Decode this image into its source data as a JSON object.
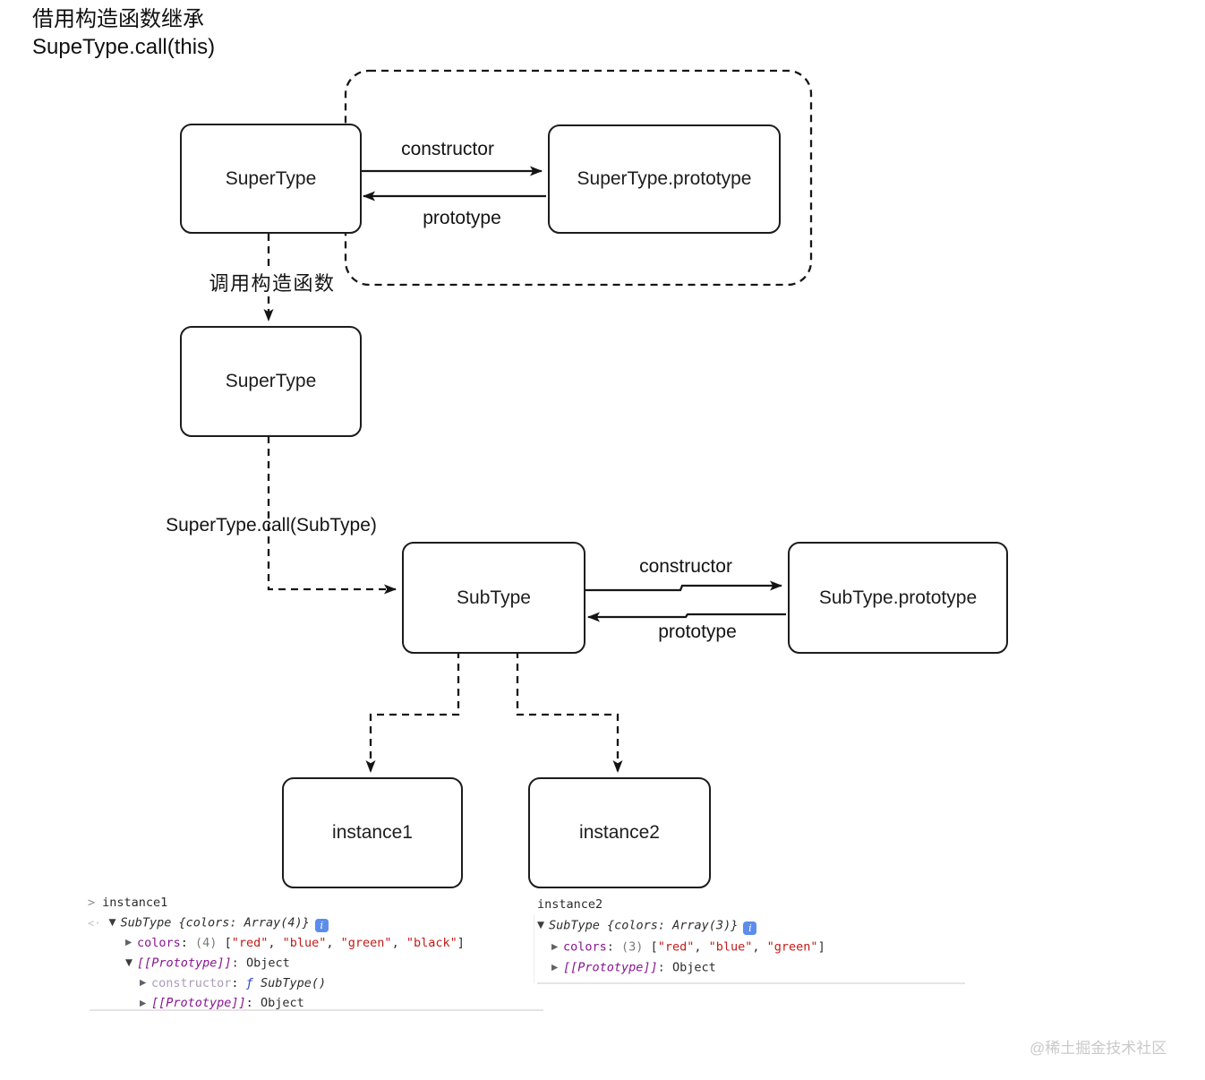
{
  "title": {
    "line1": "借用构造函数继承",
    "line2": "SupeType.call(this)"
  },
  "diagram": {
    "nodes": {
      "supertype_top": {
        "label": "SuperType"
      },
      "supertype_prototype": {
        "label": "SuperType.prototype"
      },
      "supertype_mid": {
        "label": "SuperType"
      },
      "subtype": {
        "label": "SubType"
      },
      "subtype_prototype": {
        "label": "SubType.prototype"
      },
      "instance1": {
        "label": "instance1"
      },
      "instance2": {
        "label": "instance2"
      }
    },
    "edges": {
      "top_constructor": "constructor",
      "top_prototype": "prototype",
      "call_constructor_cn": "调用构造函数",
      "supertype_call": "SuperType.call(SubType)",
      "sub_constructor": "constructor",
      "sub_prototype": "prototype"
    }
  },
  "console_left": {
    "prompt": ">",
    "input_expression": "instance1",
    "return_marker": "<·",
    "result": {
      "caret": "▼",
      "preview": "SubType {colors: Array(4)}",
      "info": "i"
    },
    "colors_row": {
      "caret": "▶",
      "key": "colors",
      "colon": ": ",
      "count": "(4) ",
      "lbracket": "[",
      "items": [
        "\"red\"",
        "\"blue\"",
        "\"green\"",
        "\"black\""
      ],
      "sep": ", ",
      "rbracket": "]"
    },
    "prototype_row": {
      "caret": "▼",
      "key": "[[Prototype]]",
      "colon": ": ",
      "value": "Object"
    },
    "constructor_row": {
      "caret": "▶",
      "key": "constructor",
      "colon": ": ",
      "fn": "ƒ ",
      "value": "SubType()"
    },
    "inner_prototype_row": {
      "caret": "▶",
      "key": "[[Prototype]]",
      "colon": ": ",
      "value": "Object"
    }
  },
  "console_right": {
    "input_expression": "instance2",
    "result": {
      "caret": "▼",
      "preview": "SubType {colors: Array(3)}",
      "info": "i"
    },
    "colors_row": {
      "caret": "▶",
      "key": "colors",
      "colon": ": ",
      "count": "(3) ",
      "lbracket": "[",
      "items": [
        "\"red\"",
        "\"blue\"",
        "\"green\""
      ],
      "sep": ", ",
      "rbracket": "]"
    },
    "prototype_row": {
      "caret": "▶",
      "key": "[[Prototype]]",
      "colon": ": ",
      "value": "Object"
    }
  },
  "watermark": "@稀土掘金技术社区",
  "colors": {
    "property_purple": "#881391",
    "string_red": "#c41a16",
    "function_blue": "#2a46c9",
    "info_blue": "#5c8ded",
    "stroke_black": "#161616"
  }
}
